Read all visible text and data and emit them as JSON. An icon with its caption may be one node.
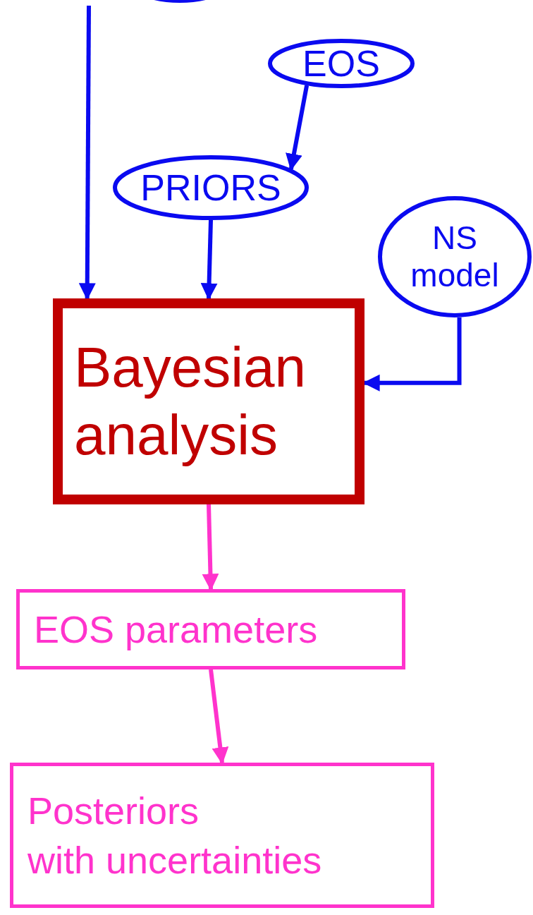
{
  "diagram": {
    "nodes": [
      {
        "text": [],
        "shape": "ellipse"
      },
      {
        "text": [
          "EOS"
        ]
      },
      {
        "text": [
          "PRIORS"
        ]
      },
      {
        "text": [
          "NS model"
        ]
      },
      {
        "text": [
          "Bayesian analysis"
        ]
      },
      {
        "text": [
          "EOS parameters"
        ]
      },
      {
        "text": [
          "Posteriors",
          "with uncertainties"
        ]
      }
    ],
    "edges": [
      {
        "from": null,
        "to": 4,
        "arrow": "to"
      },
      {
        "from": 1,
        "to": 2,
        "arrow": "to"
      },
      {
        "from": 2,
        "to": 4,
        "arrow": "to"
      },
      {
        "from": 3,
        "to": 4,
        "arrow": "to"
      },
      {
        "from": 4,
        "to": 5,
        "arrow": "to",
        "color": "#ff33cc"
      },
      {
        "from": 5,
        "to": 6,
        "arrow": "to",
        "color": "#ff33cc"
      }
    ]
  }
}
